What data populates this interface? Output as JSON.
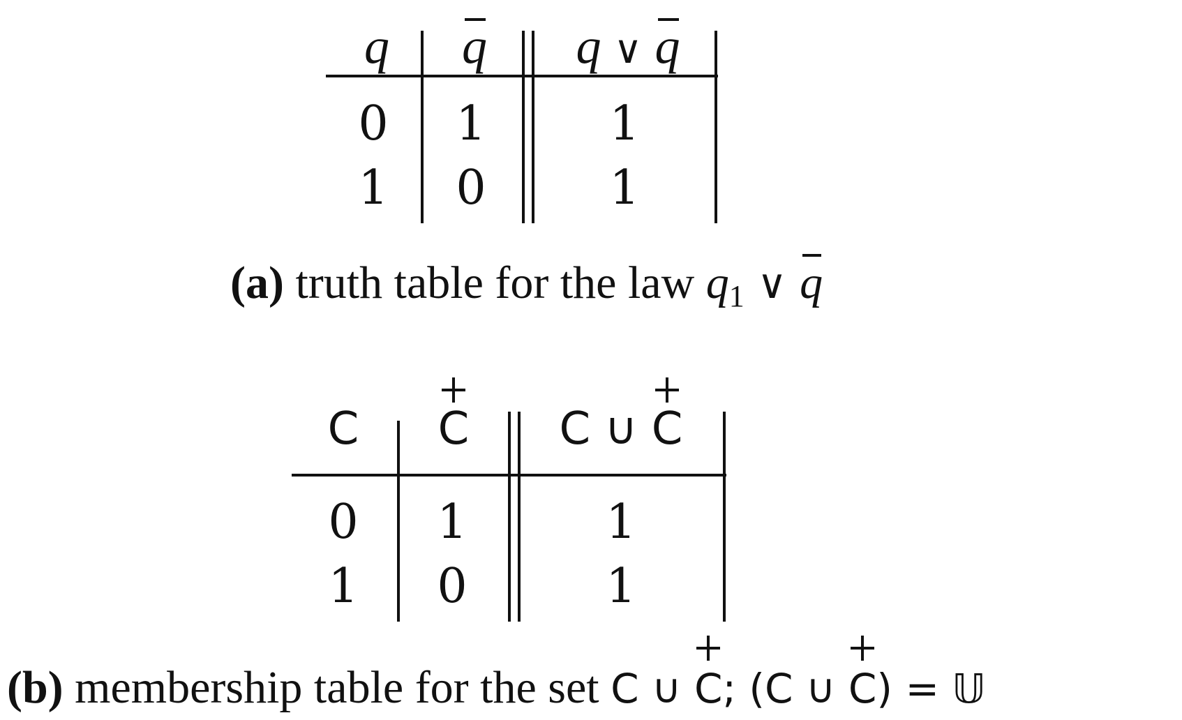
{
  "table_a": {
    "headers": [
      "q",
      "q",
      "q ∨ q"
    ],
    "rows": [
      [
        "0",
        "1",
        "1"
      ],
      [
        "1",
        "0",
        "1"
      ]
    ]
  },
  "caption_a": {
    "label": "(a)",
    "text": "truth table for the law ",
    "math_var": "q",
    "math_sub": "1",
    "math_op": " ∨ ",
    "math_var2": "q"
  },
  "table_b": {
    "headers": [
      "C",
      "C",
      "C ∪ C"
    ],
    "rows": [
      [
        "0",
        "1",
        "1"
      ],
      [
        "1",
        "0",
        "1"
      ]
    ]
  },
  "caption_b": {
    "label": "(b)",
    "text": "membership table for the set ",
    "math_a": "C ∪ ",
    "math_b": "C",
    "math_c": "; (C ∪ ",
    "math_d": "C",
    "math_e": ") = ",
    "math_f": "𝕌"
  }
}
